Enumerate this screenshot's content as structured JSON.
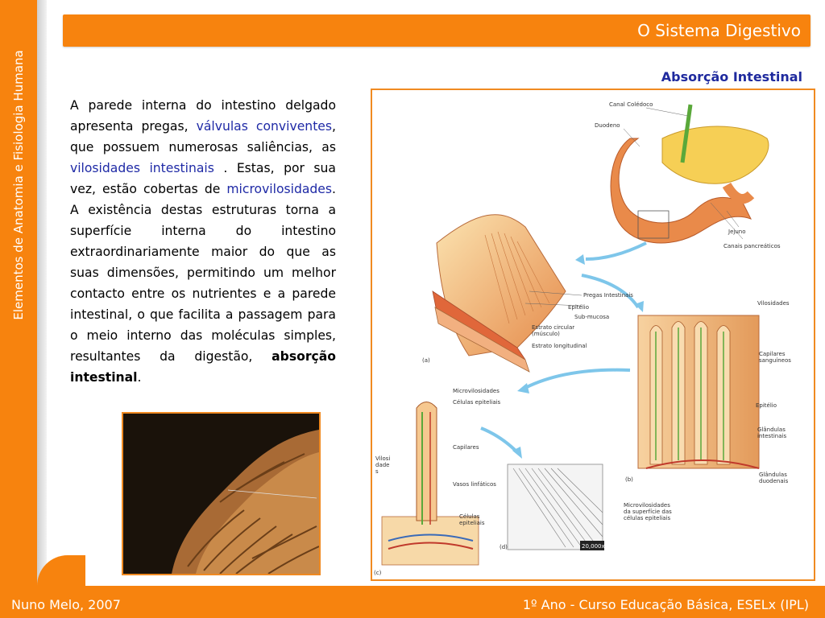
{
  "sidebar": {
    "vertical_text": "Elementos de Anatomia e Fisiologia Humana"
  },
  "header": {
    "title": "O Sistema Digestivo"
  },
  "section": {
    "subtitle": "Absorção Intestinal"
  },
  "body": {
    "t1": "A parede interna do intestino delgado apresenta pregas, ",
    "h1": "válvulas conviventes",
    "t2": ", que possuem numerosas saliências, as ",
    "h2": "vilosidades intestinais",
    "t3": " . Estas, por sua vez, estão cobertas de ",
    "h3": "microvilosidades",
    "t4": ". A existência destas estruturas torna a superfície interna do intestino extraordinariamente maior do que as suas dimensões, permitindo um melhor contacto entre os nutrientes e a parede intestinal, o que facilita a passagem para o meio interno das moléculas simples, resultantes da digestão, ",
    "b1": "absorção intestinal",
    "t5": "."
  },
  "figure": {
    "labels": {
      "canal_coledoco": "Canal Colédoco",
      "duodeno": "Duodeno",
      "jejuno": "Jejuno",
      "canais_pancreaticos": "Canais pancreáticos",
      "pregas_intestinais": "Pregas Intestinais",
      "epitelio": "Epitélio",
      "sub_mucosa": "Sub-mucosa",
      "estrato_circular": "Estrato circular",
      "musculo": "(músculo)",
      "estrato_longitudinal": "Estrato longitudinal",
      "tag_a": "(a)",
      "vilosidades": "Vilosidades",
      "capilares_sanguineos_1": "Capilares",
      "capilares_sanguineos_2": "sanguíneos",
      "epitelio_b": "Epitélio",
      "glandulas_intestinais_1": "Glândulas",
      "glandulas_intestinais_2": "intestinais",
      "glandulas_duodenais_1": "Glândulas",
      "glandulas_duodenais_2": "duodenais",
      "tag_b": "(b)",
      "microvilosidades_c": "Microvilosidades",
      "celulas_epiteliais_c": "Células epiteliais",
      "vilosidades_c_1": "Vilosi",
      "vilosidades_c_2": "dade",
      "vilosidades_c_3": "s",
      "capilares_c": "Capilares",
      "vasos_linfaticos": "Vasos linfáticos",
      "celulas_epiteliais_c2_1": "Células",
      "celulas_epiteliais_c2_2": "epiteliais",
      "tag_c": "(c)",
      "micro_sup_1": "Microvilosidades",
      "micro_sup_2": "da superfície das",
      "micro_sup_3": "células epiteliais",
      "tag_d": "(d)",
      "magnification": "20,000x"
    }
  },
  "footer": {
    "left": "Nuno Melo, 2007",
    "right": "1º Ano - Curso Educação Básica, ESELx (IPL)"
  },
  "colors": {
    "accent": "#f7830e",
    "highlight": "#1f2aa6",
    "frame": "#f08a21"
  }
}
